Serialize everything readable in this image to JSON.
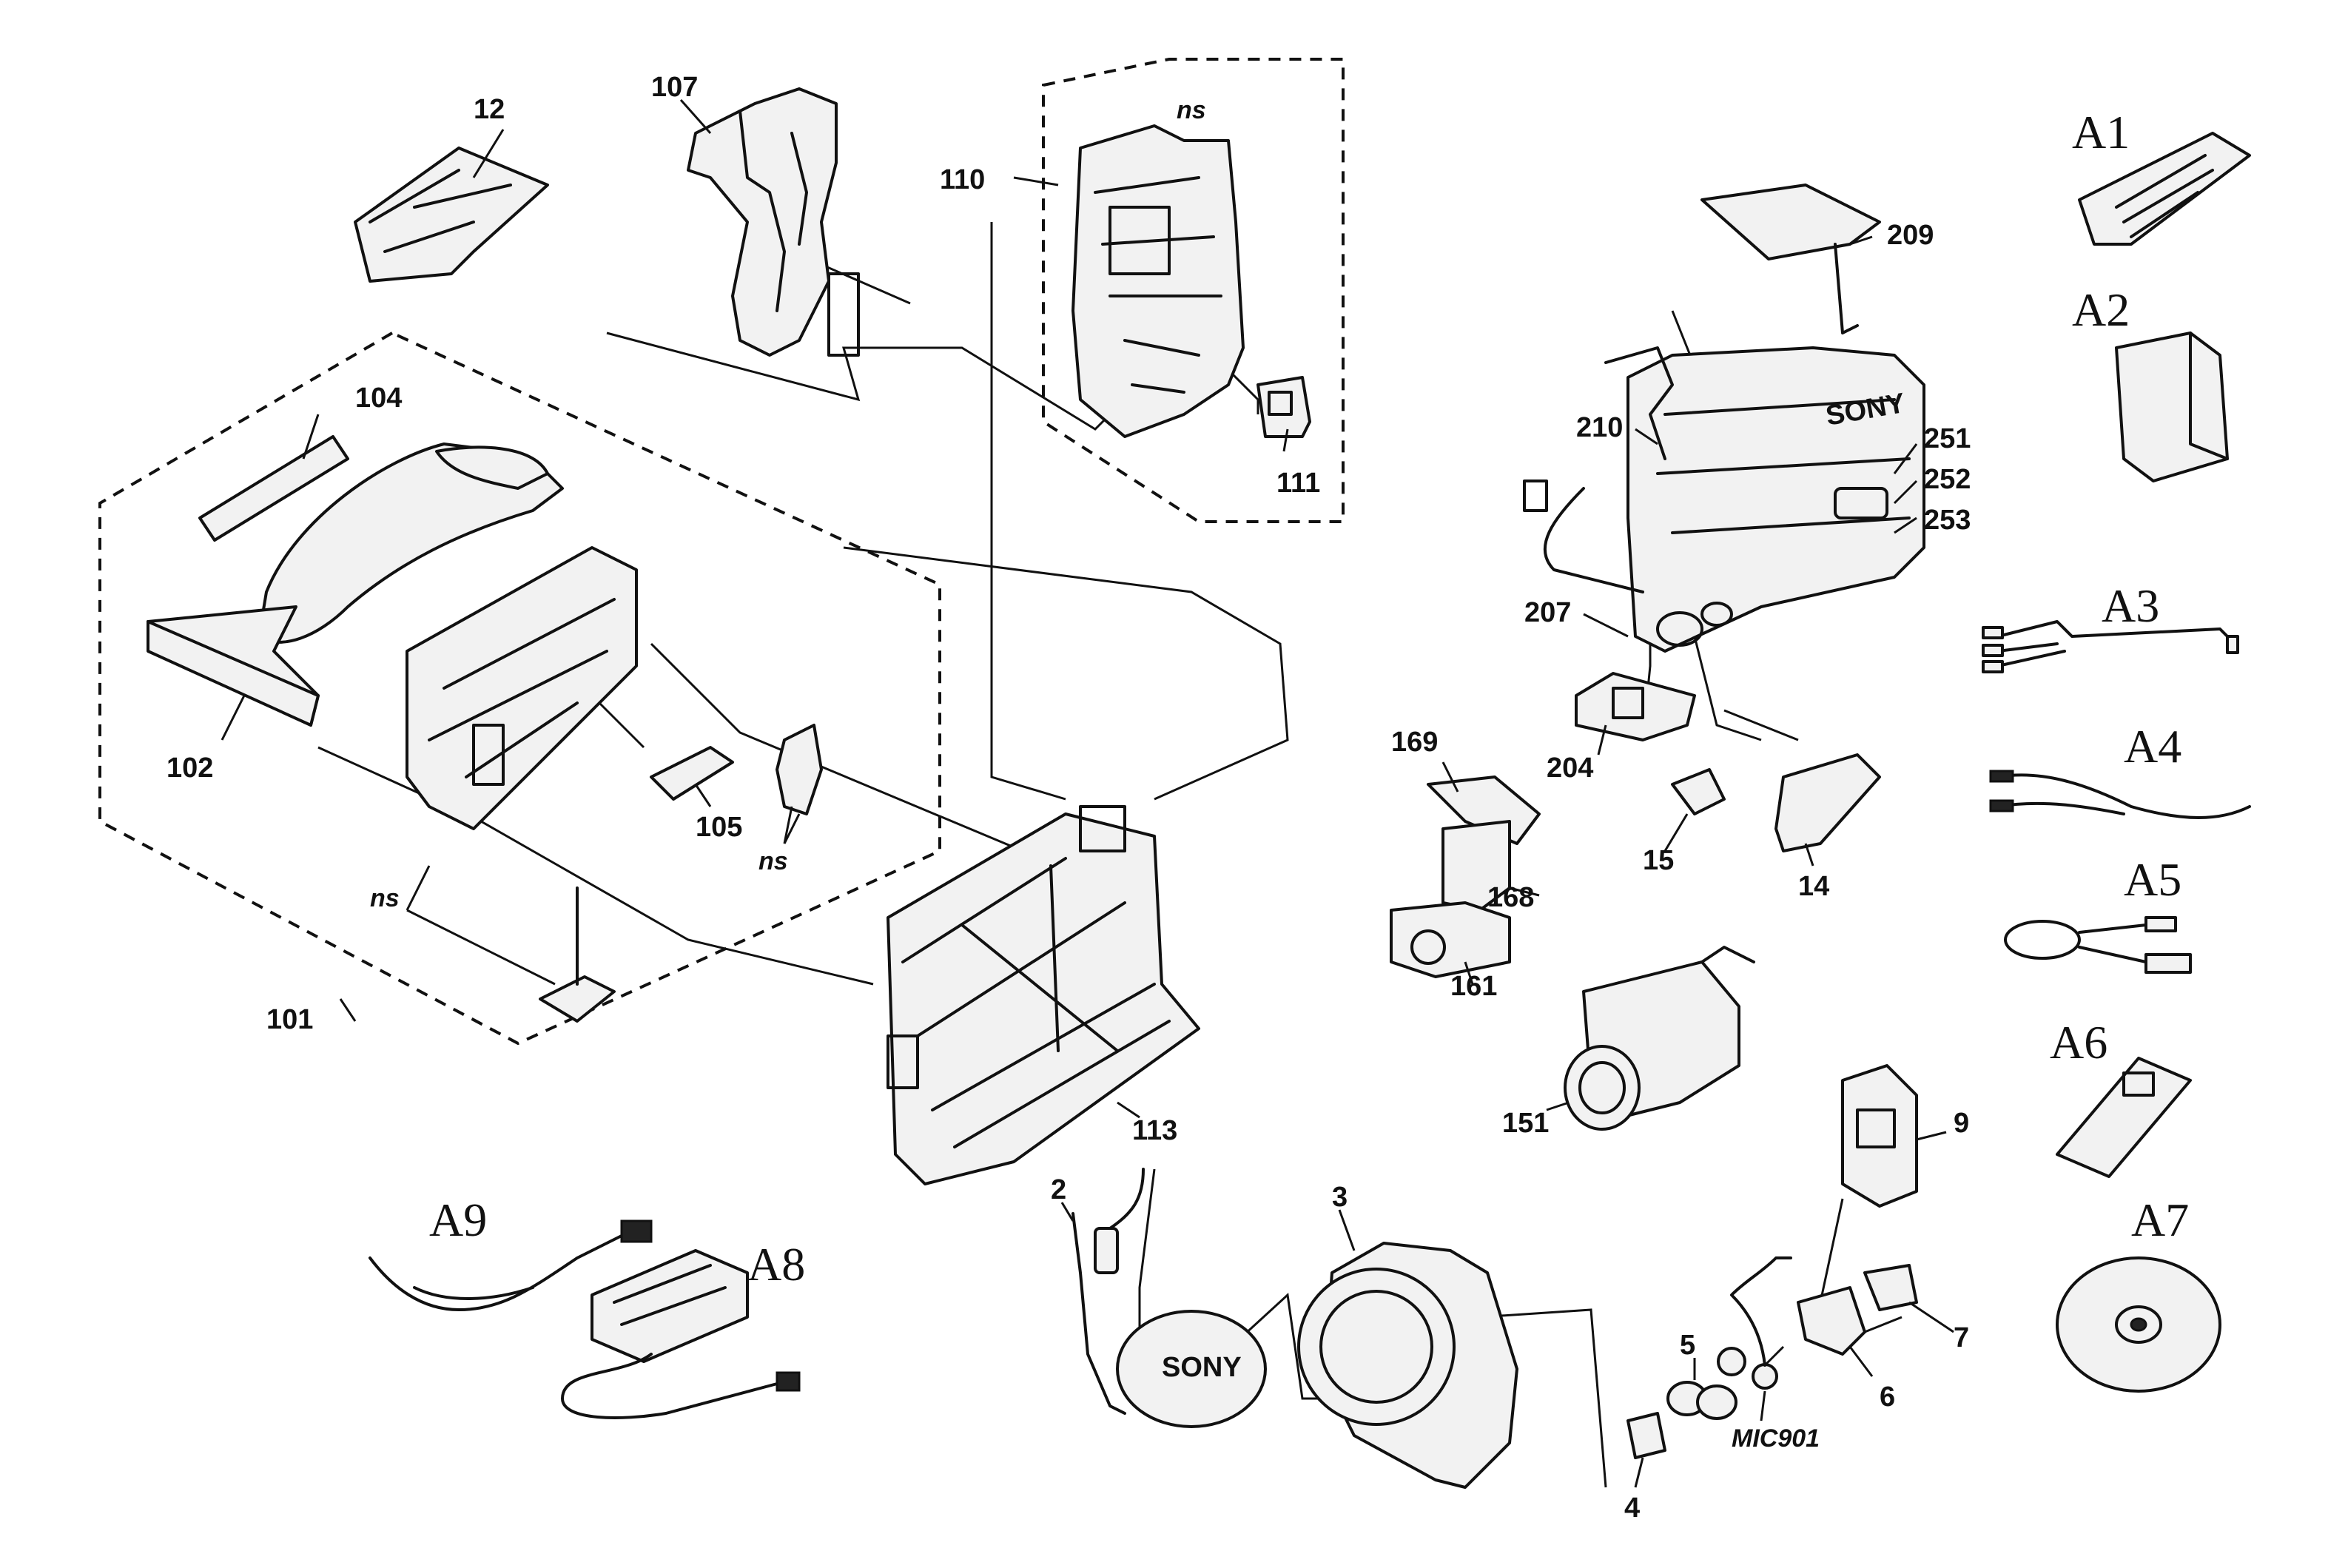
{
  "diagram": {
    "part_labels": {
      "p12": "12",
      "p107": "107",
      "p110": "110",
      "p111": "111",
      "p104": "104",
      "p102": "102",
      "p105": "105",
      "p101": "101",
      "p113": "113",
      "p209": "209",
      "p210": "210",
      "p251": "251",
      "p252": "252",
      "p253": "253",
      "p207": "207",
      "p204": "204",
      "p169": "169",
      "p168": "168",
      "p161": "161",
      "p15": "15",
      "p14": "14",
      "p151": "151",
      "p9": "9",
      "p2": "2",
      "p3": "3",
      "p7": "7",
      "p6": "6",
      "p5": "5",
      "p4": "4"
    },
    "ns_labels": [
      "ns",
      "ns",
      "ns"
    ],
    "mic_label": "MIC901",
    "brand_text": "SONY",
    "accessory_labels": {
      "a1": "A1",
      "a2": "A2",
      "a3": "A3",
      "a4": "A4",
      "a5": "A5",
      "a6": "A6",
      "a7": "A7",
      "a8": "A8",
      "a9": "A9"
    }
  }
}
